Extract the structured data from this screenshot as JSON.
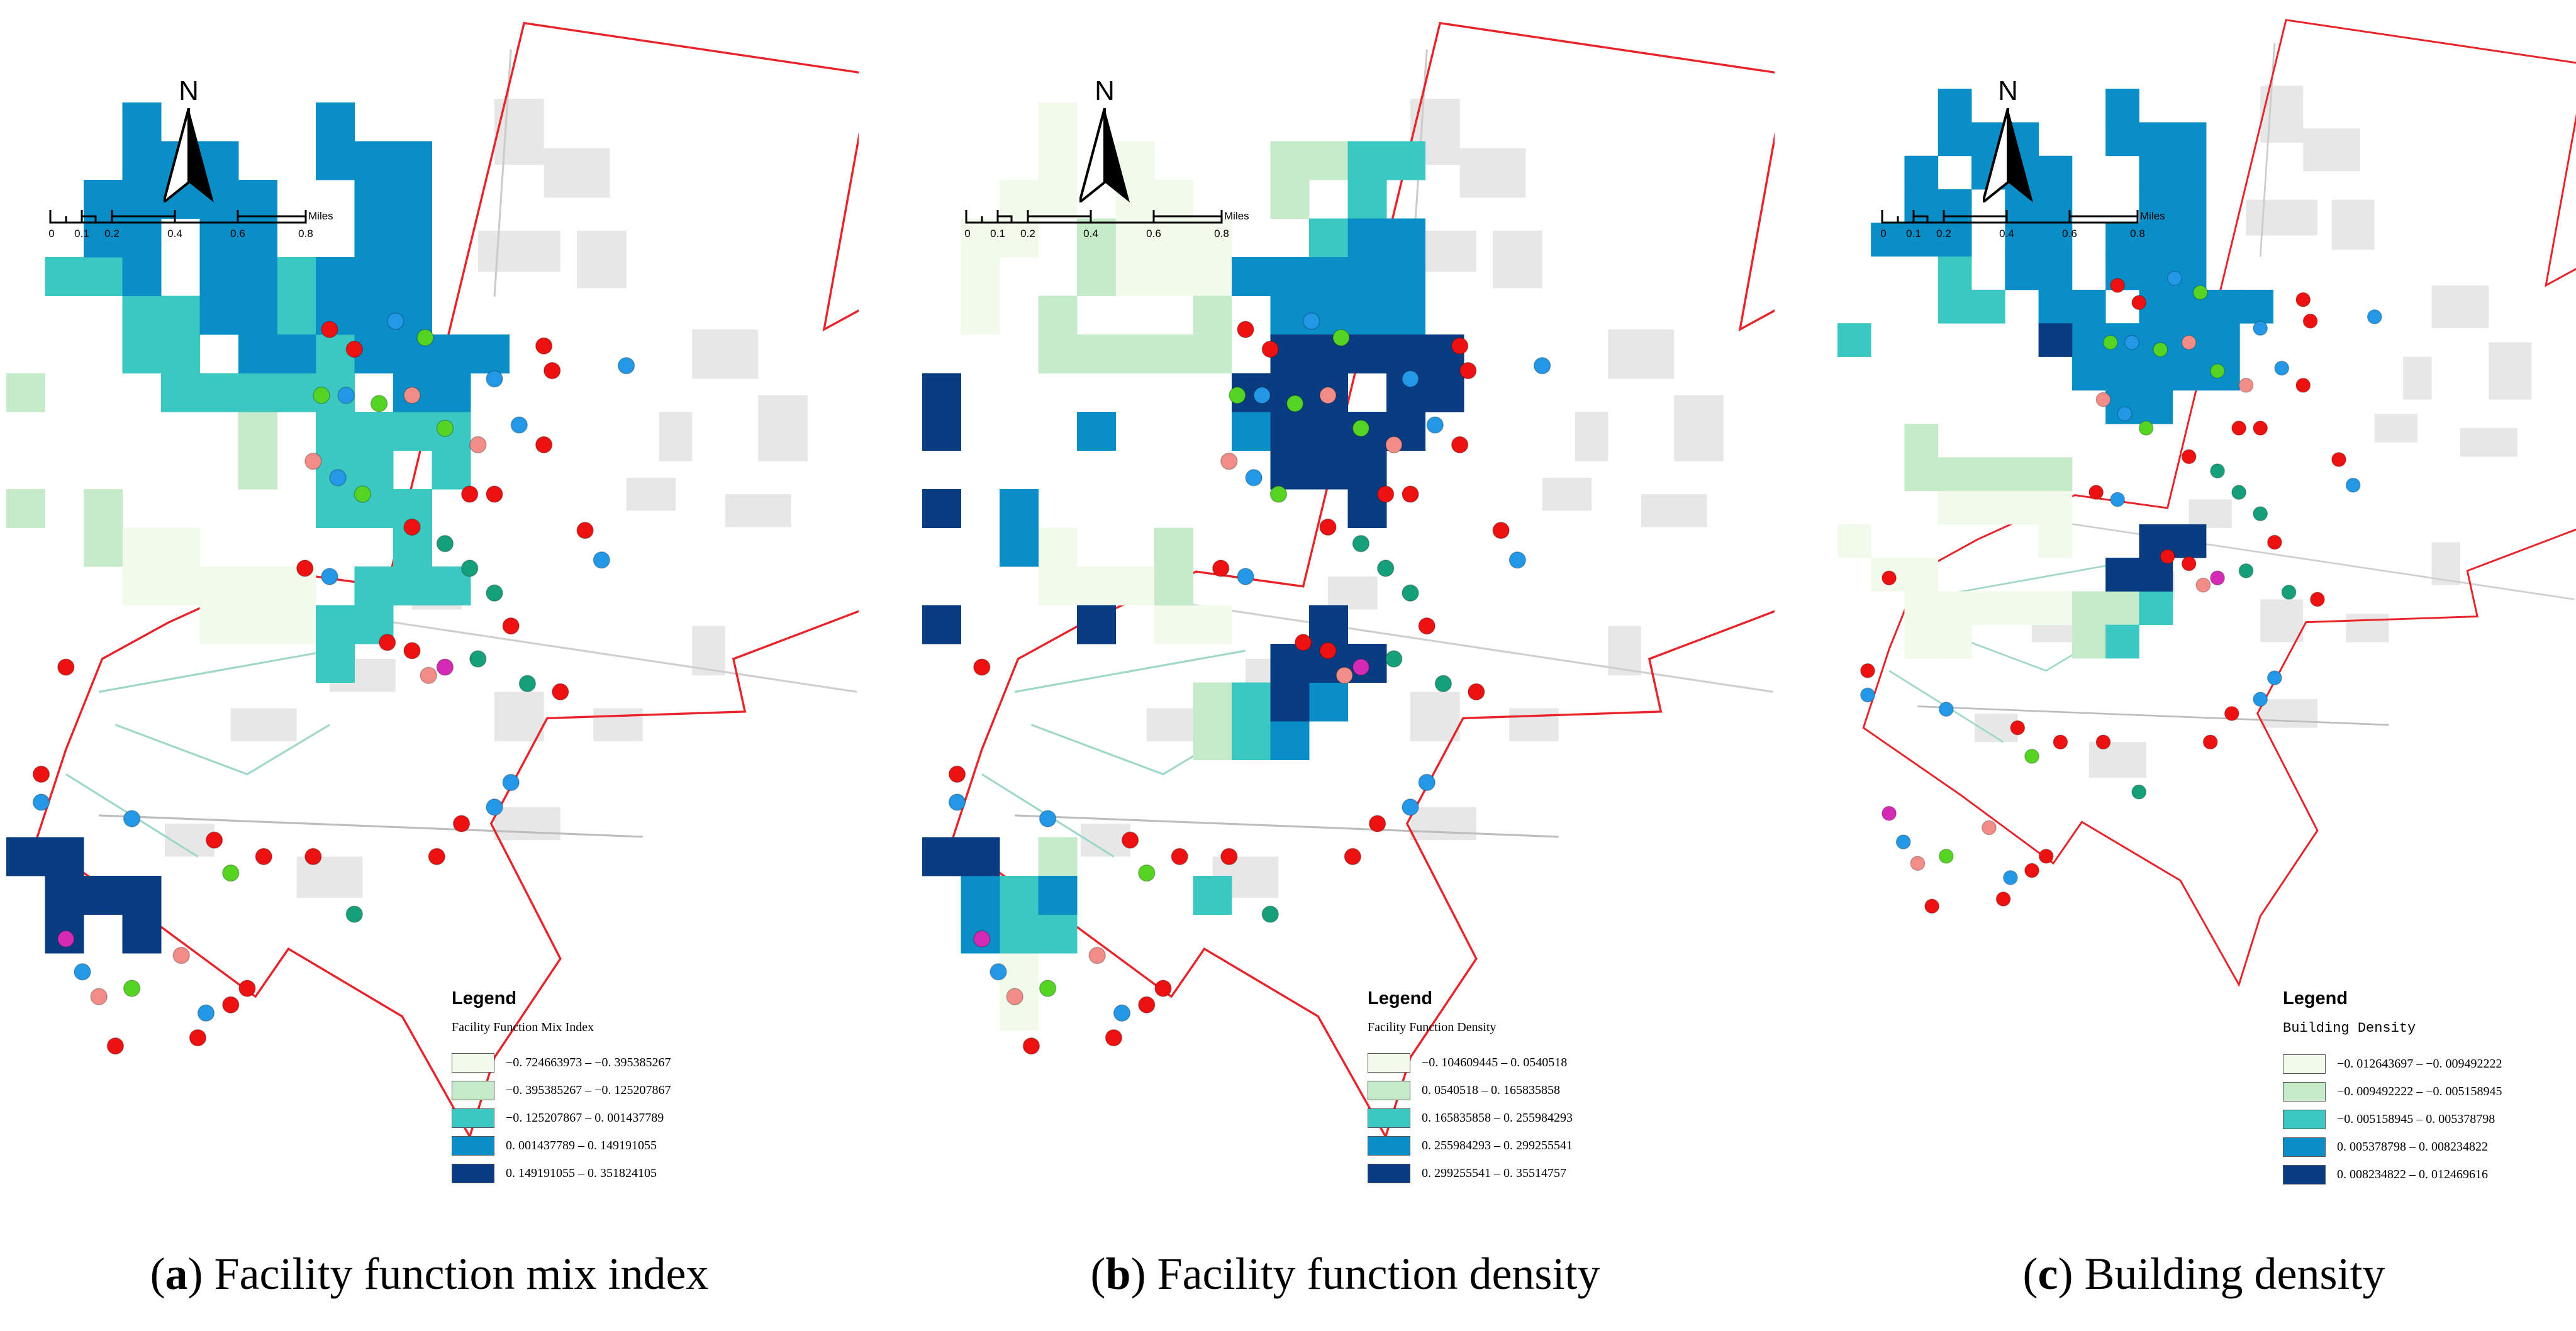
{
  "figure": {
    "north_label": "N",
    "scale": {
      "ticks": [
        "0",
        "0.1",
        "0.2",
        "0.4",
        "0.6",
        "0.8"
      ],
      "unit": "Miles"
    },
    "legend_title": "Legend",
    "colors": {
      "class1": "#f2faec",
      "class2": "#c6ebc8",
      "class3": "#3cc8c2",
      "class4": "#098ec8",
      "class5": "#0a3c82",
      "boundary": "#e8242a",
      "poi_red": "#ee1111",
      "poi_blue": "#2398e6",
      "poi_green": "#55d424",
      "poi_teal": "#16a07a",
      "poi_pink": "#f28c86",
      "poi_magenta": "#d42ab4"
    }
  },
  "panels": [
    {
      "caption_letter": "a",
      "caption_text": " Facility function mix index",
      "legend_subtitle": "Facility Function Mix Index",
      "legend_items": [
        "−0. 724663973 – −0. 395385267",
        "−0. 395385267 – −0. 125207867",
        "−0. 125207867 – 0. 001437789",
        "0. 001437789 – 0. 149191055",
        "0. 149191055 – 0. 351824105"
      ]
    },
    {
      "caption_letter": "b",
      "caption_text": " Facility function density",
      "legend_subtitle": "Facility Function Density",
      "legend_items": [
        "−0. 104609445 – 0. 0540518",
        "0. 0540518 – 0. 165835858",
        "0. 165835858 – 0. 255984293",
        "0. 255984293 – 0. 299255541",
        "0. 299255541 – 0. 35514757"
      ]
    },
    {
      "caption_letter": "c",
      "caption_text": " Building density",
      "legend_subtitle": "Building Density",
      "legend_items": [
        "−0. 012643697 – −0. 009492222",
        "−0. 009492222 – −0. 005158945",
        "−0. 005158945 – 0. 005378798",
        "0. 005378798 – 0. 008234822",
        "0. 008234822 – 0. 012469616"
      ]
    }
  ]
}
